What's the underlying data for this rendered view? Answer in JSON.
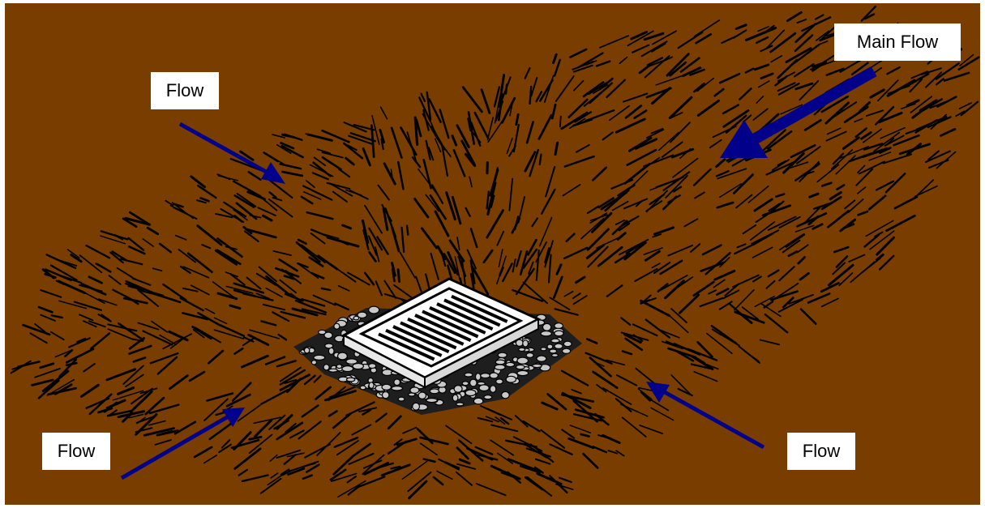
{
  "colors": {
    "ground": "#7a3d00",
    "hatch": "#000000",
    "arrow": "#00008b",
    "frame": "#ffffff",
    "gravel": "#c8c8c8"
  },
  "labels": {
    "main_flow": "Main Flow",
    "flow_top_left": "Flow",
    "flow_bottom_left": "Flow",
    "flow_bottom_right": "Flow"
  },
  "icons": {
    "drain": "storm-drain-inlet-icon",
    "arrow": "flow-direction-arrow-icon"
  }
}
